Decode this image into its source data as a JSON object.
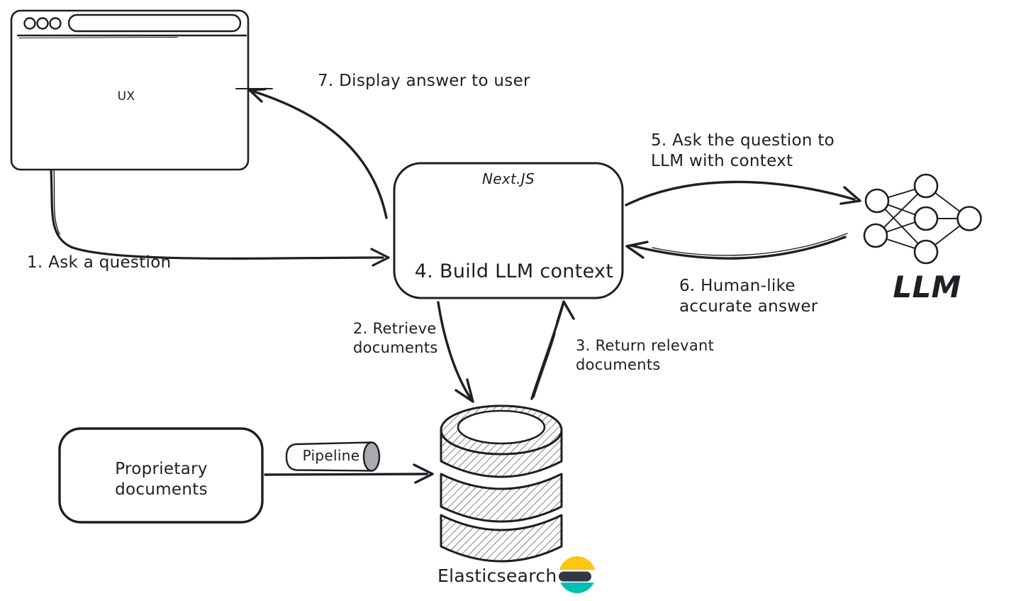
{
  "colors": {
    "ink": "#1e1e24",
    "hatch_line": "#3f3f45",
    "elastic_yellow": "#FEC514",
    "elastic_dark": "#343741",
    "elastic_teal": "#00BFB3",
    "pipeline_cap_gray": "#a9a9af"
  },
  "nodes": {
    "browser": {
      "label": "UX"
    },
    "nextjs": {
      "title": "Next.JS",
      "body": "4. Build LLM context"
    },
    "llm": {
      "label": "LLM"
    },
    "datastore": {
      "label": "Elasticsearch"
    },
    "source": {
      "label": "Proprietary documents"
    },
    "pipeline": {
      "label": "Pipeline"
    }
  },
  "steps": {
    "s1": "1. Ask a question",
    "s2": "2. Retrieve\ndocuments",
    "s3": "3. Return relevant\ndocuments",
    "s5": "5. Ask the question to\nLLM with context",
    "s6": "6. Human-like\naccurate answer",
    "s7": "7. Display answer to user"
  }
}
